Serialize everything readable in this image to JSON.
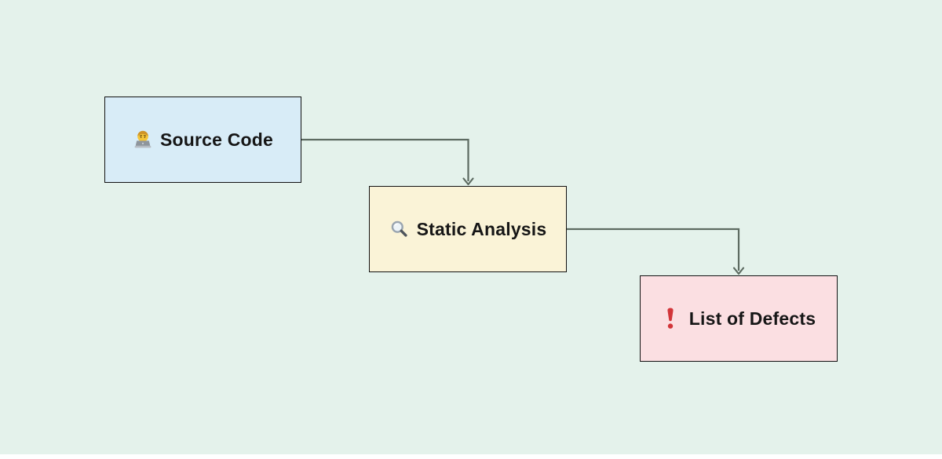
{
  "diagram": {
    "type": "flowchart",
    "background_color": "#e4f2eb",
    "node_border_color": "#111111",
    "connector_color": "#5d6b61",
    "text_color": "#161616",
    "nodes": [
      {
        "id": "source-code",
        "label": "Source Code",
        "icon": "technologist-emoji",
        "fill_color": "#d8ecf7"
      },
      {
        "id": "static-analysis",
        "label": "Static Analysis",
        "icon": "magnifying-glass-emoji",
        "fill_color": "#faf3d7"
      },
      {
        "id": "list-of-defects",
        "label": "List of Defects",
        "icon": "red-exclamation-emoji",
        "icon_color": "#d23539",
        "fill_color": "#fbdfe2"
      }
    ],
    "edges": [
      {
        "from": "source-code",
        "to": "static-analysis"
      },
      {
        "from": "static-analysis",
        "to": "list-of-defects"
      }
    ]
  }
}
